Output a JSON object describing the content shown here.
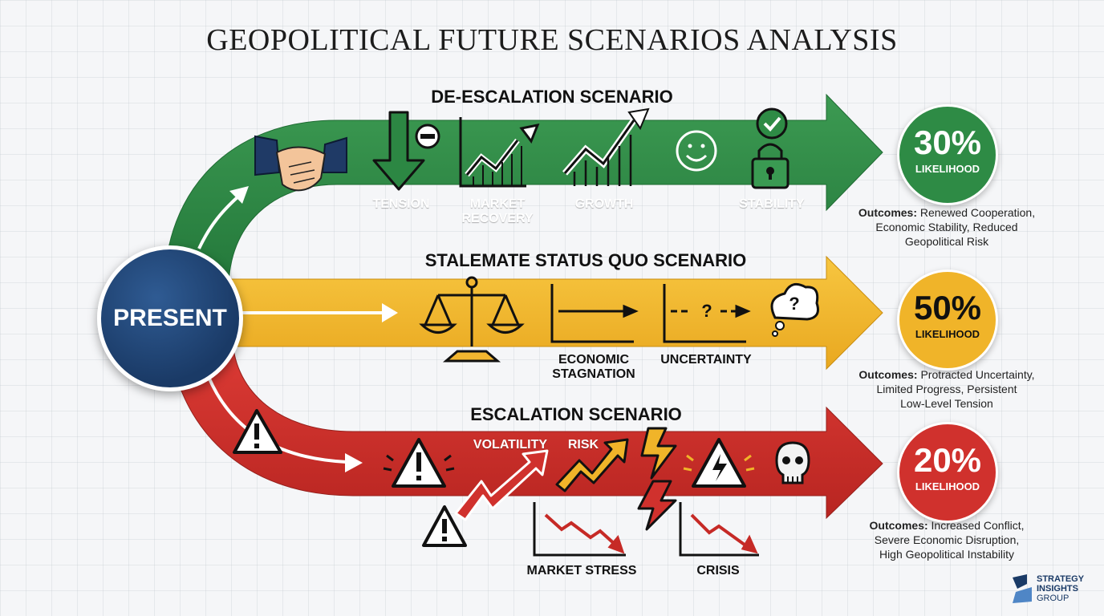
{
  "title": "GEOPOLITICAL FUTURE SCENARIOS ANALYSIS",
  "present_label": "PRESENT",
  "scenarios": [
    {
      "heading": "DE-ESCALATION SCENARIO",
      "color": "#2e8b45",
      "percent": "30%",
      "likelihood_label": "LIKELIHOOD",
      "outcomes_label": "Outcomes:",
      "outcomes_line1": "Renewed Cooperation,",
      "outcomes_line2": "Economic Stability, Reduced",
      "outcomes_line3": "Geopolitical Risk",
      "labels": {
        "tension": "TENSION",
        "market_recovery_1": "MARKET",
        "market_recovery_2": "RECOVERY",
        "growth": "GROWTH",
        "stability": "STABILITY"
      },
      "icons": [
        "handshake-icon",
        "down-arrow-icon",
        "minus-badge-icon",
        "rising-chart-icon",
        "growth-chart-icon",
        "smiley-icon",
        "padlock-icon",
        "checkmark-badge-icon"
      ]
    },
    {
      "heading": "STALEMATE STATUS QUO SCENARIO",
      "color": "#f0b429",
      "percent": "50%",
      "likelihood_label": "LIKELIHOOD",
      "outcomes_label": "Outcomes:",
      "outcomes_line1": "Protracted Uncertainty,",
      "outcomes_line2": "Limited Progress, Persistent",
      "outcomes_line3": "Low-Level Tension",
      "labels": {
        "stagnation_1": "ECONOMIC",
        "stagnation_2": "STAGNATION",
        "uncertainty": "UNCERTAINTY",
        "question_mark": "?"
      },
      "icons": [
        "scales-icon",
        "flat-chart-icon",
        "question-chart-icon",
        "question-cloud-icon"
      ]
    },
    {
      "heading": "ESCALATION SCENARIO",
      "color": "#d0312d",
      "percent": "20%",
      "likelihood_label": "LIKELIHOOD",
      "outcomes_label": "Outcomes:",
      "outcomes_line1": "Increased Conflict,",
      "outcomes_line2": "Severe Economic Disruption,",
      "outcomes_line3": "High Geopolitical Instability",
      "labels": {
        "volatility": "VOLATILITY",
        "risk": "RISK",
        "market_stress": "MARKET STRESS",
        "crisis": "CRISIS"
      },
      "icons": [
        "warning-icon",
        "zigzag-up-arrow-icon",
        "lightning-icon",
        "alarm-warning-icon",
        "skull-icon",
        "falling-chart-icon"
      ]
    }
  ],
  "brand": {
    "line1": "STRATEGY",
    "line2": "INSIGHTS",
    "line3": "GROUP"
  }
}
